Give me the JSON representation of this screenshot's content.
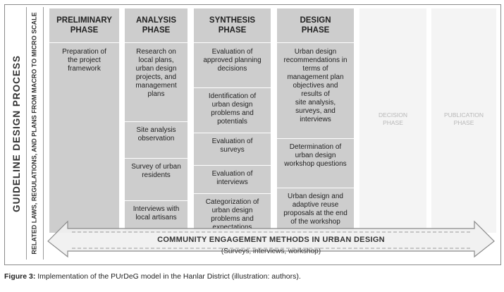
{
  "side_title": "GUIDELINE DESIGN PROCESS",
  "side_subtitle": "RELATED LAWS, REGULATIONS, AND PLANS FROM MACRO TO MICRO SCALE",
  "phases": [
    {
      "title": "PRELIMINARY\nPHASE",
      "items": [
        "Preparation of\nthe project\nframework"
      ]
    },
    {
      "title": "ANALYSIS\nPHASE",
      "items": [
        "Research on\nlocal plans,\nurban design\nprojects, and\nmanagement\nplans",
        "Site analysis\nobservation",
        "Survey of urban\nresidents",
        "Interviews with\nlocal artisans"
      ]
    },
    {
      "title": "SYNTHESIS\nPHASE",
      "items": [
        "Evaluation of\napproved planning\ndecisions",
        "Identification of\nurban design\nproblems and\npotentials",
        "Evaluation of\nsurveys",
        "Evaluation of\ninterviews",
        "Categorization of\nurban design\nproblems and\nexpectations"
      ]
    },
    {
      "title": "DESIGN\nPHASE",
      "items": [
        "Urban design\nrecommendations in\nterms of\nmanagement plan\nobjectives and\nresults of\nsite analysis,\nsurveys, and\ninterviews",
        "Determination of\nurban design\nworkshop questions",
        "Urban design and\nadaptive reuse\nproposals at the end\nof the workshop"
      ]
    }
  ],
  "ghost_phases": [
    "DECISION\nPHASE",
    "PUBLICATION\nPHASE"
  ],
  "arrow": {
    "title": "COMMUNITY ENGAGEMENT METHODS IN URBAN DESIGN",
    "subtitle": "(Surveys, interviews, workshop)"
  },
  "caption": {
    "label": "Figure 3:",
    "text": " Implementation of the PUrDeG model in the Hanlar District (illustration: authors)."
  },
  "colors": {
    "column_fill": "#cdcdcd",
    "ghost_fill": "#f4f4f4",
    "arrow_fill": "#f0f0f0",
    "arrow_stroke": "#8a8a8a"
  }
}
